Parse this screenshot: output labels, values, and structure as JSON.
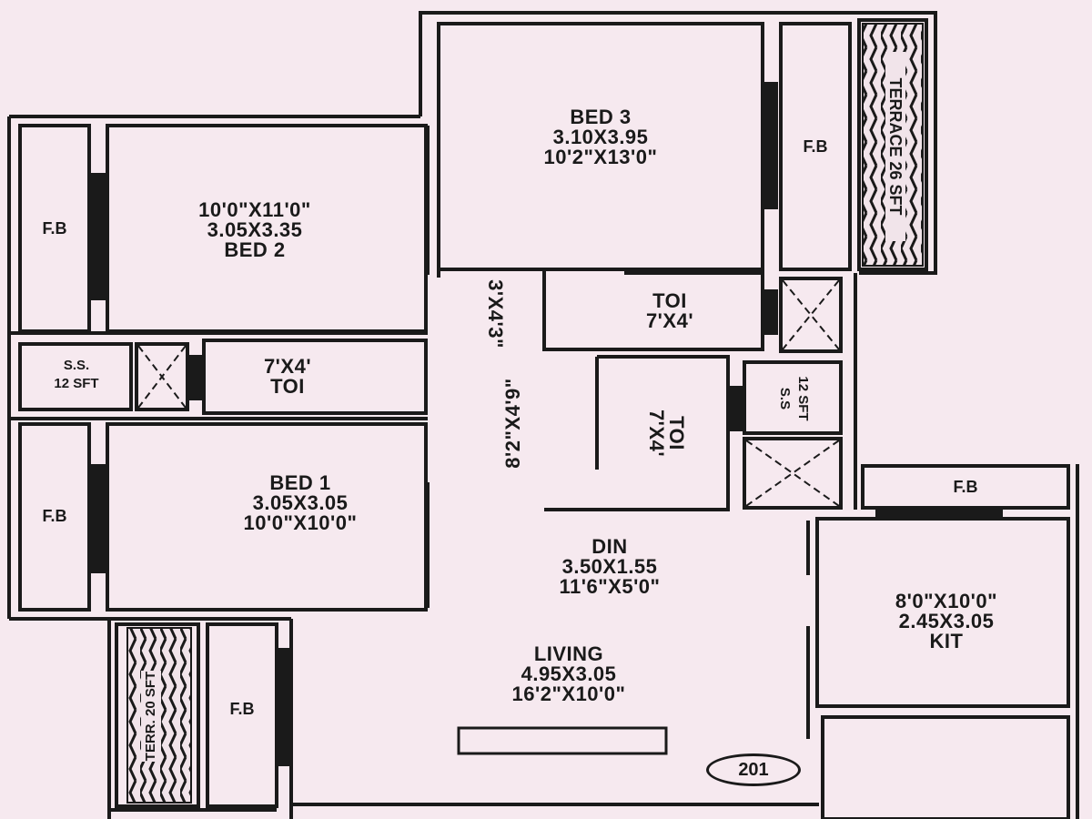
{
  "plan": {
    "unit_number": "201",
    "background_color": "#f6e9ef",
    "wall_color": "#1a1a1a",
    "rooms": {
      "bed3": {
        "name": "BED 3",
        "metric": "3.10X3.95",
        "imperial": "10'2\"X13'0\""
      },
      "bed2": {
        "imperial": "10'0\"X11'0\"",
        "metric": "3.05X3.35",
        "name": "BED 2"
      },
      "bed1": {
        "name": "BED 1",
        "metric": "3.05X3.05",
        "imperial": "10'0\"X10'0\""
      },
      "toi_left": {
        "size": "7'X4'",
        "name": "TOI"
      },
      "toi_top": {
        "name": "TOI",
        "size": "7'X4'"
      },
      "toi_mid": {
        "name": "TOI",
        "size": "7'X4'"
      },
      "din": {
        "name": "DIN",
        "metric": "3.50X1.55",
        "imperial": "11'6\"X5'0\""
      },
      "living": {
        "name": "LIVING",
        "metric": "4.95X3.05",
        "imperial": "16'2\"X10'0\""
      },
      "kit": {
        "imperial": "8'0\"X10'0\"",
        "metric": "2.45X3.05",
        "name": "KIT"
      },
      "ss_left": {
        "line1": "S.S.",
        "line2": "12 SFT"
      },
      "ss_right": {
        "line1": "12 SFT",
        "line2": "S.S"
      },
      "terrace_top": {
        "label": "TERRACE 26 SFT"
      },
      "terrace_bottom": {
        "label": "TERR. 20 SFT"
      },
      "passage_upper": {
        "size": "3'X4'3\""
      },
      "passage_lower": {
        "size": "8'2\"X4'9\""
      }
    },
    "flower_beds": {
      "fb_bed2": "F.B",
      "fb_bed1": "F.B",
      "fb_bed3": "F.B",
      "fb_kit": "F.B",
      "fb_living": "F.B"
    }
  }
}
